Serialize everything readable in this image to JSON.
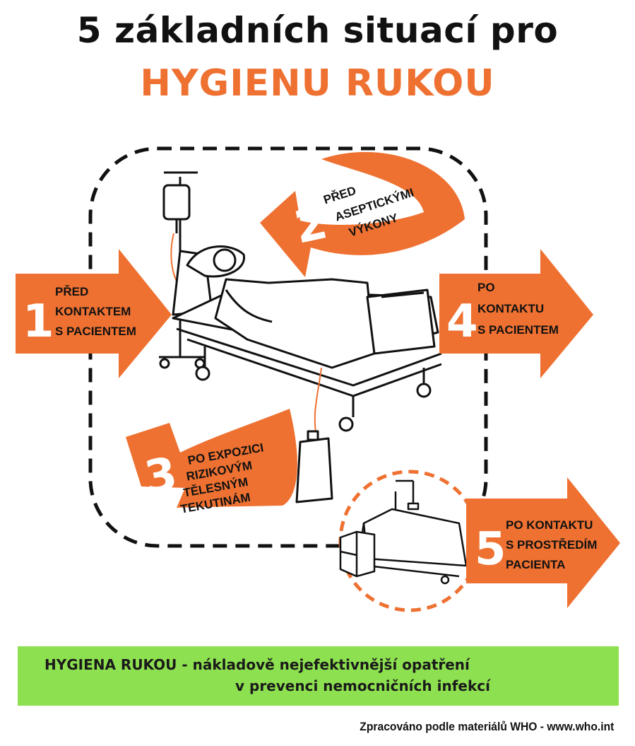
{
  "title": {
    "line1": "5 základních situací pro",
    "line2": "HYGIENU RUKOU"
  },
  "colors": {
    "accent": "#ee7131",
    "banner": "#8de04f",
    "text": "#111111"
  },
  "moments": [
    {
      "number": "1",
      "lines": [
        "PŘED",
        "KONTAKTEM",
        "S PACIENTEM"
      ]
    },
    {
      "number": "2",
      "lines": [
        "PŘED",
        "ASEPTICKÝMI",
        "VÝKONY"
      ]
    },
    {
      "number": "3",
      "lines": [
        "PO EXPOZICI",
        "RIZIKOVÝM",
        "TĚLESNÝM",
        "TEKUTINÁM"
      ]
    },
    {
      "number": "4",
      "lines": [
        "PO",
        "KONTAKTU",
        "S PACIENTEM"
      ]
    },
    {
      "number": "5",
      "lines": [
        "PO KONTAKTU",
        "S PROSTŘEDÍM",
        "PACIENTA"
      ]
    }
  ],
  "illustrations": [
    "patient-in-bed-icon",
    "iv-drip-icon",
    "empty-bed-icon",
    "bedside-cabinet-icon"
  ],
  "banner": {
    "line1": "HYGIENA RUKOU - nákladově nejefektivnější opatření",
    "line2": "v prevenci nemocničních infekcí"
  },
  "credit": "Zpracováno podle materiálů WHO - www.who.int"
}
